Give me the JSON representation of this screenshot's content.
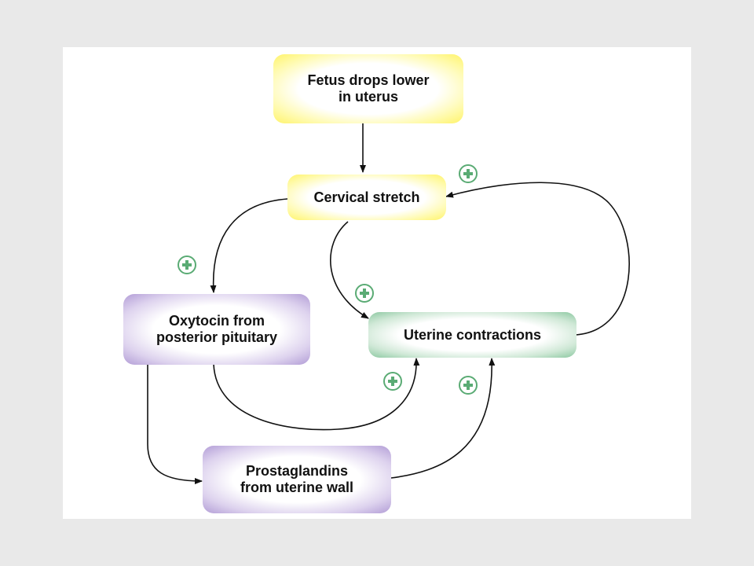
{
  "nodes": {
    "fetus": "Fetus drops lower\nin uterus",
    "cervical": "Cervical stretch",
    "oxytocin": "Oxytocin from\nposterior pituitary",
    "uterine": "Uterine contractions",
    "prostaglandins": "Prostaglandins\nfrom uterine wall"
  },
  "badge_symbol": "+",
  "colors": {
    "background": "#e9e9e9",
    "panel": "#ffffff",
    "arrow": "#111111",
    "badge": "#5aab74",
    "yellow_edge": "#fff36a",
    "purple_edge": "#b29dd6",
    "green_edge": "#8cc8a1"
  }
}
